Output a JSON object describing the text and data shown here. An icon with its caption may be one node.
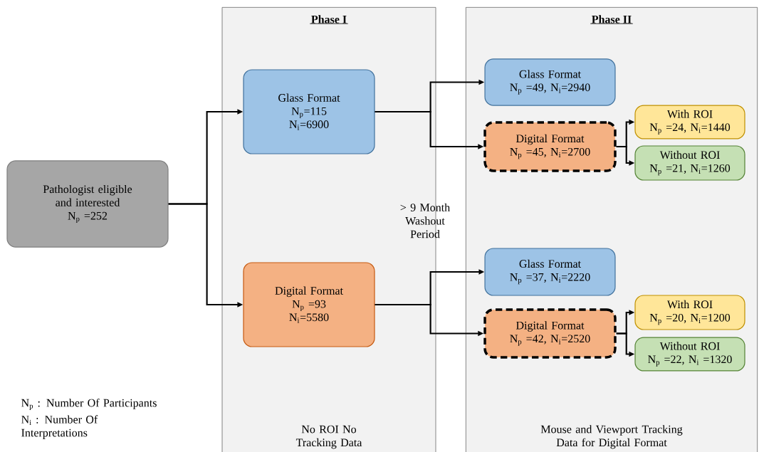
{
  "diagram": {
    "nodes": [
      {
        "text": [
          "Phase I",
          "No ROI No Tracking Data"
        ]
      },
      {
        "text": [
          "Phase II",
          "Mouse and Viewport Tracking Data for Digital Format"
        ]
      },
      {
        "text": [
          "Pathologist eligible and interested",
          "N$_{p}$ =252"
        ]
      },
      {
        "text": [
          "Glass Format",
          "N$_{p}$=115",
          "N$_{i}$=6900"
        ],
        "in": 0
      },
      {
        "text": [
          "Digital Format",
          "N$_{p}$ =93",
          "N$_{i}$=5580"
        ],
        "in": 0
      },
      {
        "text": [
          "Glass Format",
          "N$_{p}$ =49, N$_{i}$=2940"
        ],
        "in": 1
      },
      {
        "text": [
          "Digital Format",
          "N$_{p}$ =45, N$_{i}$=2700"
        ],
        "in": 1
      },
      {
        "text": [
          "With ROI",
          "N$_{p}$ =24, N$_{i}$=1440"
        ],
        "in": 1
      },
      {
        "text": [
          "Without ROI",
          "N$_{p}$ =21, N$_{i}$=1260"
        ],
        "in": 1
      },
      {
        "text": [
          "Glass Format",
          "N$_{p}$ =37, N$_{i}$=2220"
        ],
        "in": 1
      },
      {
        "text": [
          "Digital Format",
          "N$_{p}$ =42, N$_{i}$=2520"
        ],
        "in": 1
      },
      {
        "text": [
          "With ROI",
          "N$_{p}$ =20, N$_{i}$=1200"
        ],
        "in": 1
      },
      {
        "text": [
          "Without ROI",
          "N$_{p}$ =22, N$_{i}$ =1320"
        ],
        "in": 1
      }
    ],
    "edges": [
      {
        "from": 2,
        "to": 3,
        "arrow": "to"
      },
      {
        "from": 2,
        "to": 4,
        "arrow": "to"
      },
      {
        "from": 3,
        "to": 5,
        "arrow": "to"
      },
      {
        "from": 3,
        "to": 6,
        "arrow": "to"
      },
      {
        "from": 6,
        "to": 7,
        "arrow": "to"
      },
      {
        "from": 6,
        "to": 8,
        "arrow": "to"
      },
      {
        "from": 4,
        "to": 9,
        "arrow": "to"
      },
      {
        "from": 4,
        "to": 10,
        "arrow": "to"
      },
      {
        "from": 10,
        "to": 11,
        "arrow": "to"
      },
      {
        "from": 10,
        "to": 12,
        "arrow": "to"
      }
    ],
    "labels": [
      "> 9 Month Washout Period",
      "N$_{p}$ : Number Of Participants",
      "N$_{i}$ : Number Of Interpretations"
    ]
  }
}
